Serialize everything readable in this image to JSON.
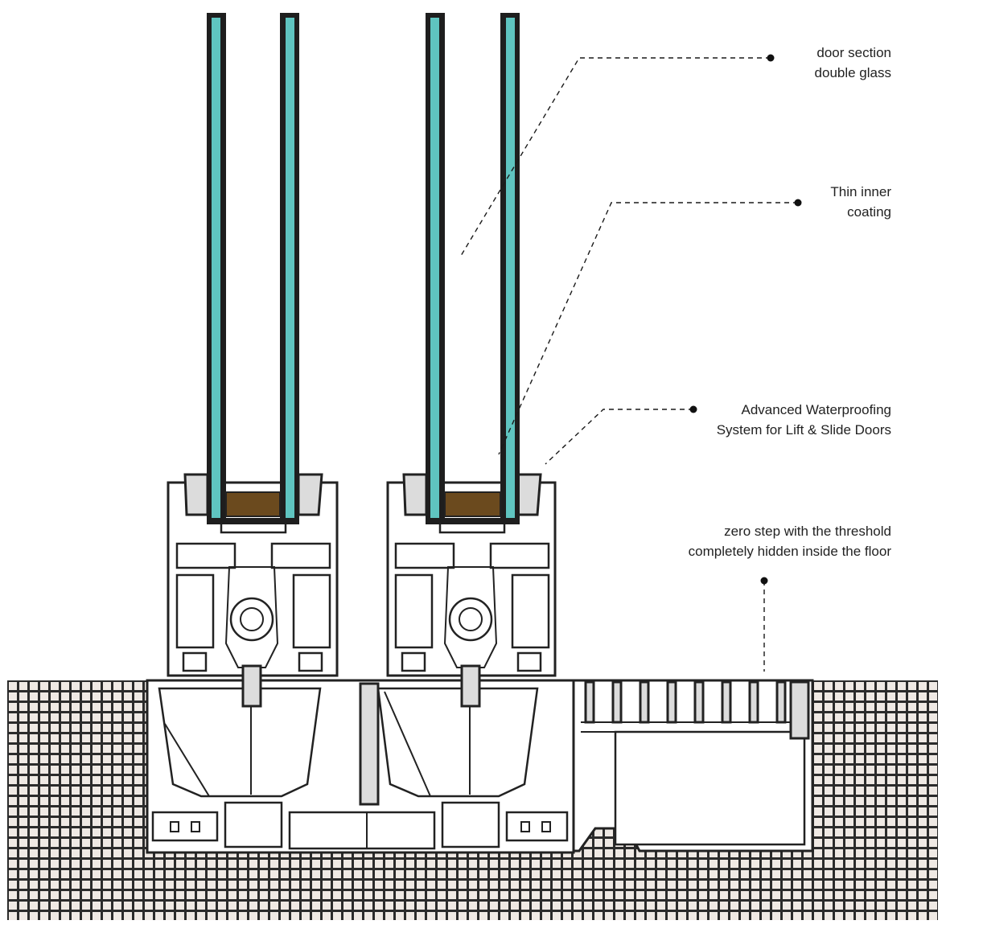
{
  "callouts": [
    {
      "id": "door-section",
      "lines": [
        "door section",
        "double glass"
      ]
    },
    {
      "id": "inner-coating",
      "lines": [
        "Thin inner",
        "coating"
      ]
    },
    {
      "id": "waterproofing",
      "lines": [
        "Advanced Waterproofing",
        "System for Lift & Slide Doors"
      ]
    },
    {
      "id": "zero-step",
      "lines": [
        "zero step with the threshold",
        "completely hidden inside the floor"
      ]
    }
  ],
  "colors": {
    "glass": "#5fc4c0",
    "profile_stroke": "#222222",
    "floor_tile": "#efe9e4",
    "floor_grout": "#2b2b2b",
    "spacer": "#6b4a1e",
    "background": "#ffffff"
  },
  "icons": {
    "callout_marker": "filled-dot"
  }
}
